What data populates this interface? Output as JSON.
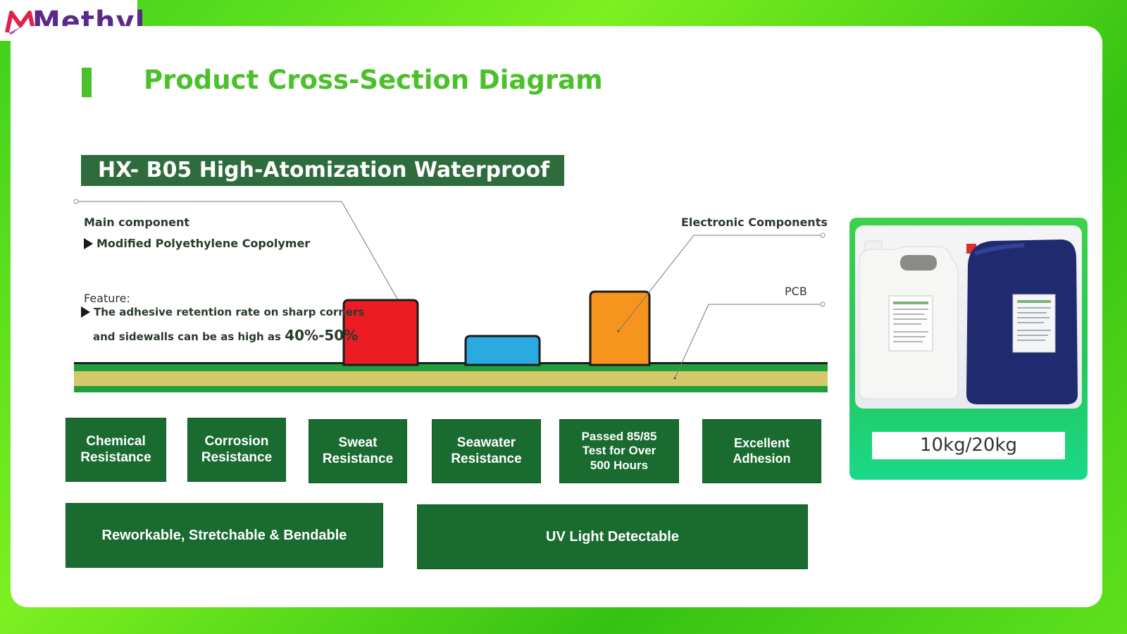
{
  "brand": {
    "logo_text": "Methyl",
    "logo_colors": [
      "#e0224a",
      "#5a2a8a"
    ]
  },
  "page_title": "Product Cross-Section Diagram",
  "product_banner": "HX- B05  High-Atomization Waterproof",
  "diagram": {
    "main_component_label": "Main component",
    "main_component_value": "Modified Polyethylene Copolymer",
    "feature_label": "Feature:",
    "feature_line1": "The adhesive retention rate on sharp corners",
    "feature_line2_prefix": "and sidewalls can be as high as ",
    "feature_line2_highlight": "40%-50%",
    "electronic_components_label": "Electronic Components",
    "pcb_label": "PCB",
    "component_colors": [
      "#ec1c24",
      "#29abe2",
      "#f7941d"
    ],
    "pcb_colors": {
      "outer": "#1fa03c",
      "core": "#d4c86a"
    }
  },
  "features_row1": [
    "Chemical\nResistance",
    "Corrosion\nResistance",
    "Sweat\nResistance",
    "Seawater\nResistance",
    "Passed 85/85\nTest for Over\n500 Hours",
    "Excellent\nAdhesion"
  ],
  "features_row2": [
    "Reworkable, Stretchable & Bendable",
    "UV Light Detectable"
  ],
  "product_panel": {
    "size_label": "10kg/20kg"
  },
  "colors": {
    "accent_green": "#4cc02a",
    "dark_green": "#196b30",
    "banner_green": "#2e6b3d"
  }
}
